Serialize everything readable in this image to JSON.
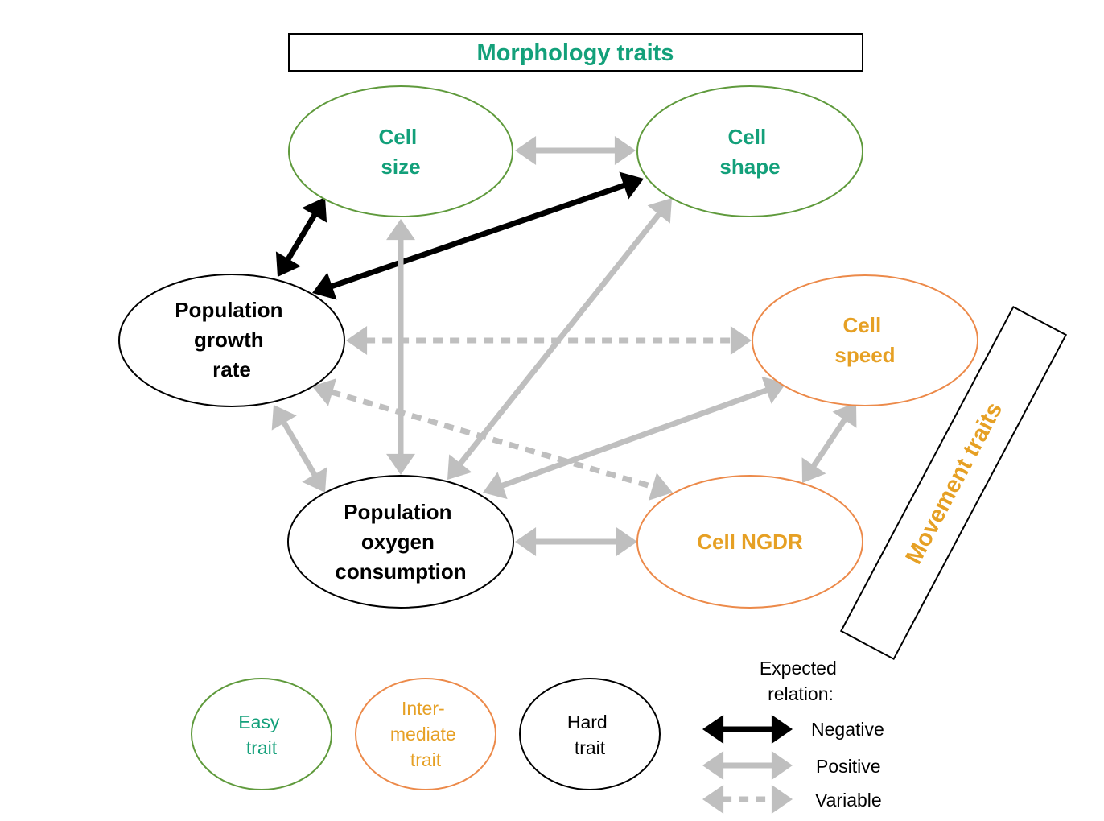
{
  "colors": {
    "green_text": "#13a07a",
    "green_stroke": "#5f9a3c",
    "orange_text": "#e6a024",
    "orange_stroke": "#ec8a4a",
    "black": "#000000",
    "gray": "#bfbfbf"
  },
  "groups": {
    "morphology": "Morphology traits",
    "movement": "Movement traits"
  },
  "nodes": {
    "cell_size": {
      "lines": [
        "Cell",
        "size"
      ],
      "category": "easy"
    },
    "cell_shape": {
      "lines": [
        "Cell",
        "shape"
      ],
      "category": "easy"
    },
    "growth": {
      "lines": [
        "Population",
        "growth",
        "rate"
      ],
      "category": "hard"
    },
    "cell_speed": {
      "lines": [
        "Cell",
        "speed"
      ],
      "category": "intermediate"
    },
    "oxygen": {
      "lines": [
        "Population",
        "oxygen",
        "consumption"
      ],
      "category": "hard"
    },
    "ngdr": {
      "lines": [
        "Cell NGDR"
      ],
      "category": "intermediate"
    }
  },
  "relations": [
    {
      "from": "cell_size",
      "to": "cell_shape",
      "type": "positive"
    },
    {
      "from": "growth",
      "to": "cell_size",
      "type": "negative"
    },
    {
      "from": "growth",
      "to": "cell_shape",
      "type": "negative"
    },
    {
      "from": "cell_size",
      "to": "oxygen",
      "type": "positive"
    },
    {
      "from": "oxygen",
      "to": "cell_shape",
      "type": "positive"
    },
    {
      "from": "growth",
      "to": "cell_speed",
      "type": "variable"
    },
    {
      "from": "growth",
      "to": "ngdr",
      "type": "variable"
    },
    {
      "from": "growth",
      "to": "oxygen",
      "type": "positive"
    },
    {
      "from": "oxygen",
      "to": "cell_speed",
      "type": "positive"
    },
    {
      "from": "oxygen",
      "to": "ngdr",
      "type": "positive"
    },
    {
      "from": "cell_speed",
      "to": "ngdr",
      "type": "positive"
    }
  ],
  "legend": {
    "traits": [
      {
        "lines": [
          "Easy",
          "trait"
        ],
        "category": "easy"
      },
      {
        "lines": [
          "Inter-",
          "mediate",
          "trait"
        ],
        "category": "intermediate"
      },
      {
        "lines": [
          "Hard",
          "trait"
        ],
        "category": "hard"
      }
    ],
    "relation_title": [
      "Expected",
      "relation:"
    ],
    "relation_items": [
      {
        "label": "Negative",
        "type": "negative"
      },
      {
        "label": "Positive",
        "type": "positive"
      },
      {
        "label": "Variable",
        "type": "variable"
      }
    ]
  }
}
